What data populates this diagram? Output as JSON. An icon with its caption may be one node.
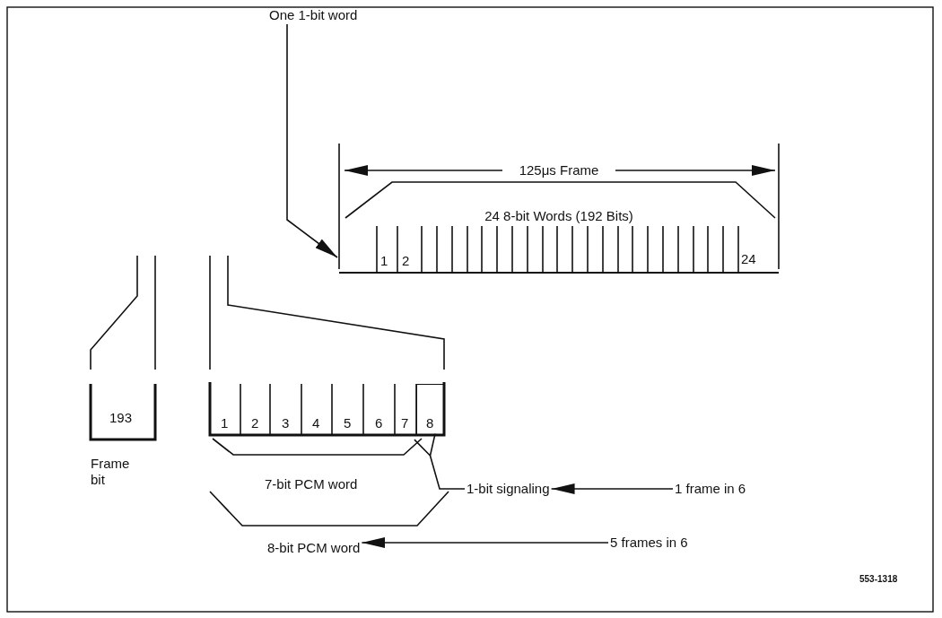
{
  "diagram": {
    "nodes": [
      {
        "text": [
          "One 1-bit word"
        ]
      },
      {
        "text": [],
        "shape": "bar"
      },
      {
        "text": [
          "1-bit signaling"
        ]
      },
      {
        "text": [
          "1 frame in 6"
        ]
      },
      {
        "text": [
          "8-bit PCM word"
        ]
      },
      {
        "text": [
          "5 frames in 6"
        ]
      },
      {
        "text": [],
        "shape": "box"
      }
    ],
    "edges": [
      {
        "from": 0,
        "to": 1,
        "arrow": "to"
      },
      {
        "from": 3,
        "to": 2,
        "arrow": "to"
      },
      {
        "from": 5,
        "to": 4,
        "arrow": "to"
      },
      {
        "from": 2,
        "to": 6,
        "arrow": "other"
      }
    ],
    "labels": [
      "125μs Frame",
      "24 8-bit Words (192 Bits)",
      "1",
      "2",
      "24",
      "193",
      "1",
      "2",
      "3",
      "4",
      "5",
      "6",
      "7",
      "8",
      "Frame bit",
      "7-bit PCM word",
      "553-1318"
    ]
  }
}
